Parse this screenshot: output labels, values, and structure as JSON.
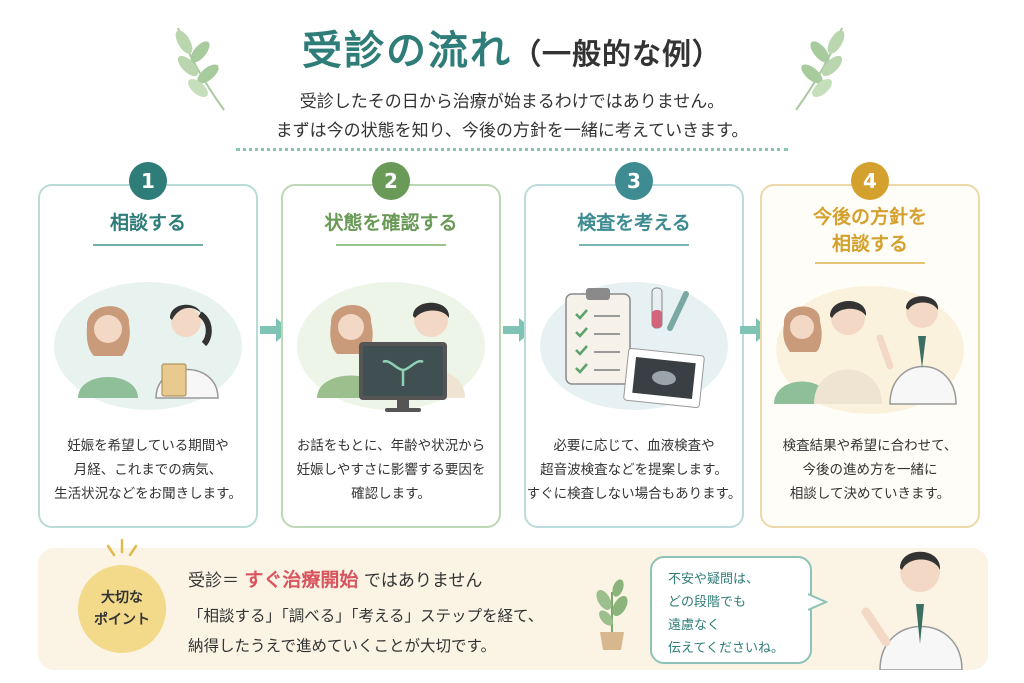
{
  "header": {
    "title_main": "受診の流れ",
    "title_sub": "（一般的な例）",
    "subtitle_line1": "受診したその日から治療が始まるわけではありません。",
    "subtitle_line2": "まずは今の状態を知り、今後の方針を一緒に考えていきます。"
  },
  "steps": [
    {
      "number": "1",
      "heading_lines": [
        "相談する"
      ],
      "color": "#2f7d78",
      "desc_lines": [
        "妊娠を希望している期間や",
        "月経、これまでの病気、",
        "生活状況などをお聞きします。"
      ]
    },
    {
      "number": "2",
      "heading_lines": [
        "状態を確認する"
      ],
      "color": "#6a9a58",
      "desc_lines": [
        "お話をもとに、年齢や状況から",
        "妊娠しやすさに影響する要因を",
        "確認します。"
      ]
    },
    {
      "number": "3",
      "heading_lines": [
        "検査を考える"
      ],
      "color": "#3e8c92",
      "desc_lines": [
        "必要に応じて、血液検査や",
        "超音波検査などを提案します。",
        "すぐに検査しない場合もあります。"
      ]
    },
    {
      "number": "4",
      "heading_lines": [
        "今後の方針を",
        "相談する"
      ],
      "color": "#d4a12e",
      "desc_lines": [
        "検査結果や希望に合わせて、",
        "今後の進め方を一緒に",
        "相談して決めていきます。"
      ]
    }
  ],
  "point": {
    "badge_line1": "大切な",
    "badge_line2": "ポイント",
    "line1_prefix": "受診＝",
    "line1_highlight": "すぐ治療開始",
    "line1_suffix": "ではありません",
    "line2": "「相談する」「調べる」「考える」ステップを経て、",
    "line3": "納得したうえで進めていくことが大切です。",
    "highlight_color": "#d8555f"
  },
  "bubble": {
    "lines": [
      "不安や疑問は、",
      "どの段階でも",
      "遠慮なく",
      "伝えてくださいね。"
    ]
  },
  "icons": {
    "decor": "leaf-branch-icon",
    "arrow": "arrow-right-icon",
    "plant": "potted-plant-icon",
    "doctor": "doctor-icon"
  }
}
